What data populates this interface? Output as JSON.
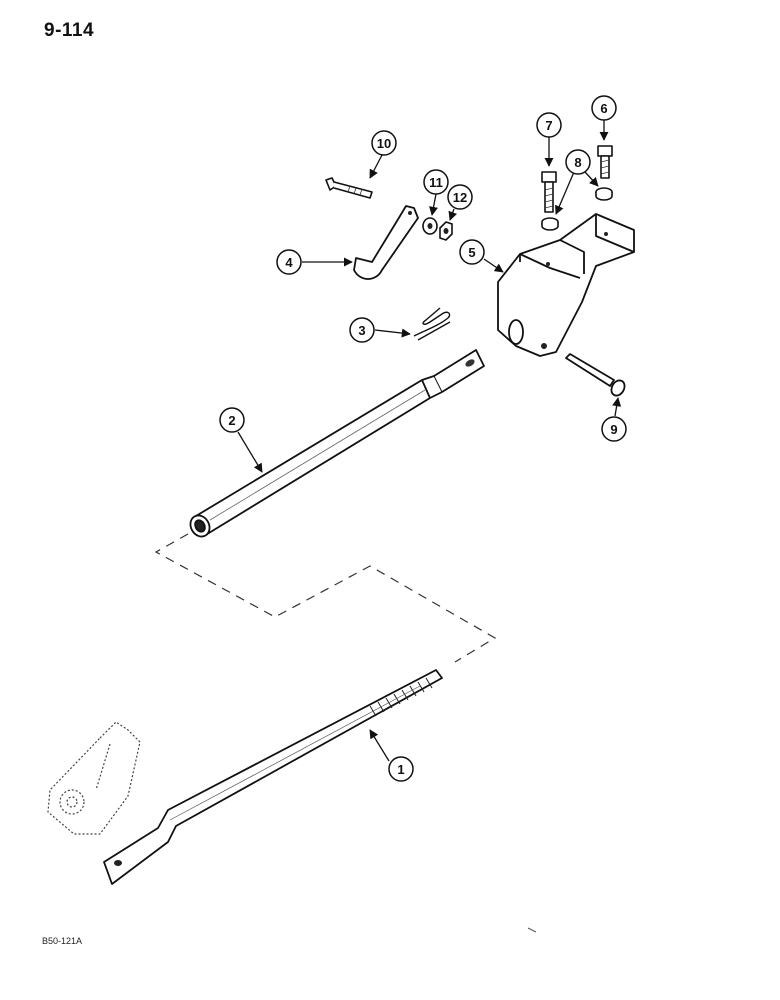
{
  "page_number": "9-114",
  "reference_code": "B50-121A",
  "callouts": [
    {
      "id": "c1",
      "label": "1"
    },
    {
      "id": "c2",
      "label": "2"
    },
    {
      "id": "c3",
      "label": "3"
    },
    {
      "id": "c4",
      "label": "4"
    },
    {
      "id": "c5",
      "label": "5"
    },
    {
      "id": "c6",
      "label": "6"
    },
    {
      "id": "c7",
      "label": "7"
    },
    {
      "id": "c8",
      "label": "8"
    },
    {
      "id": "c9",
      "label": "9"
    },
    {
      "id": "c10",
      "label": "10"
    },
    {
      "id": "c11",
      "label": "11"
    },
    {
      "id": "c12",
      "label": "12"
    }
  ]
}
